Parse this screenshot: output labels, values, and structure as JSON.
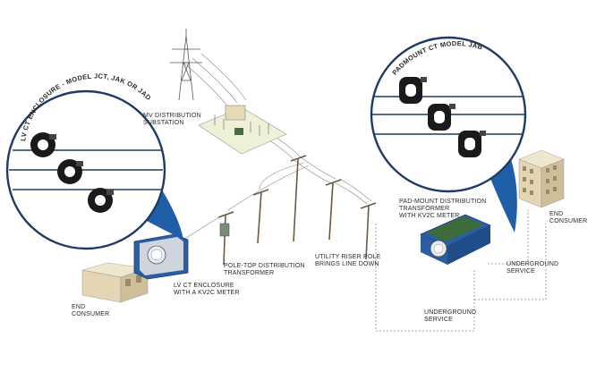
{
  "callouts": {
    "left_arc_title": "LV CT ENCLOSURE - MODEL JCT, JAK OR JAD",
    "right_arc_title": "PADMOUNT CT MODEL JAB"
  },
  "labels": {
    "substation": [
      "MV DISTRIBUTION",
      "SUBSTATION"
    ],
    "pole_top": [
      "POLE-TOP DISTRIBUTION",
      "TRANSFORMER"
    ],
    "riser_pole": [
      "UTILITY RISER POLE",
      "BRINGS LINE DOWN"
    ],
    "padmount": [
      "PAD-MOUNT DISTRIBUTION",
      "TRANSFORMER",
      "WITH Kv2c METER"
    ],
    "lv_enclosure": [
      "LV CT ENCLOSURE",
      "WITH A Kv2c METER"
    ],
    "end_consumer_left": [
      "END",
      "CONSUMER"
    ],
    "end_consumer_right": [
      "END",
      "CONSUMER"
    ],
    "underground_1": [
      "UNDERGROUND",
      "SERVICE"
    ],
    "underground_2": [
      "UNDERGROUND",
      "SERVICE"
    ]
  },
  "colors": {
    "accent_blue": "#1f5fa8",
    "line_navy": "#1f3a63",
    "wire": "#7a7a7a",
    "transformer_green": "#3d6b3a",
    "building_tan": "#e8dcc0",
    "ct_black": "#1a1a1a"
  }
}
